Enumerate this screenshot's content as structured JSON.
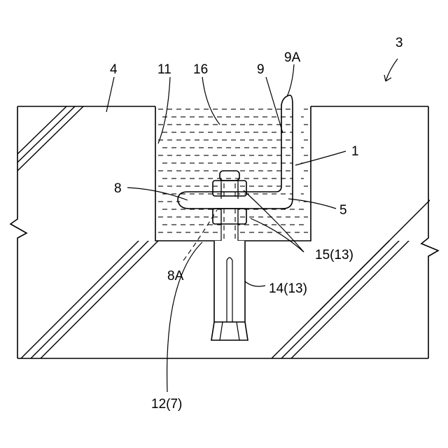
{
  "labels": {
    "ref_3": "3",
    "ref_4": "4",
    "ref_11": "11",
    "ref_16": "16",
    "ref_9": "9",
    "ref_9a": "9A",
    "ref_1": "1",
    "ref_8": "8",
    "ref_5": "5",
    "ref_8a": "8A",
    "ref_15_13": "15(13)",
    "ref_14_13": "14(13)",
    "ref_12_7": "12(7)"
  }
}
